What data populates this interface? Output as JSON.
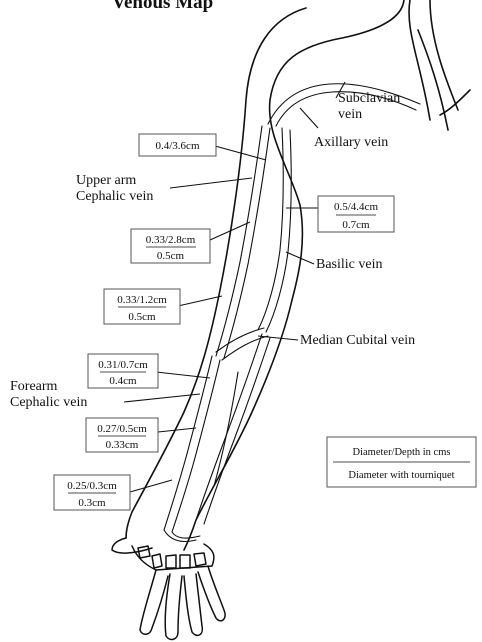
{
  "title": "Venous Map",
  "veins": {
    "subclavian_line1": "Subclavian",
    "subclavian_line2": "vein",
    "axillary": "Axillary vein",
    "upper_arm_line1": "Upper arm",
    "upper_arm_line2": "Cephalic vein",
    "basilic": "Basilic vein",
    "median_cubital": "Median Cubital vein",
    "forearm_line1": "Forearm",
    "forearm_line2": "Cephalic vein"
  },
  "measurements": {
    "m1": {
      "top": "0.4/3.6cm",
      "bottom": ""
    },
    "m2": {
      "top": "0.5/4.4cm",
      "bottom": "0.7cm"
    },
    "m3": {
      "top": "0.33/2.8cm",
      "bottom": "0.5cm"
    },
    "m4": {
      "top": "0.33/1.2cm",
      "bottom": "0.5cm"
    },
    "m5": {
      "top": "0.31/0.7cm",
      "bottom": "0.4cm"
    },
    "m6": {
      "top": "0.27/0.5cm",
      "bottom": "0.33cm"
    },
    "m7": {
      "top": "0.25/0.3cm",
      "bottom": "0.3cm"
    }
  },
  "legend": {
    "line1": "Diameter/Depth in cms",
    "line2": "Diameter with tourniquet"
  },
  "colors": {
    "ink": "#111111",
    "box_border": "#555555",
    "background": "#ffffff"
  }
}
